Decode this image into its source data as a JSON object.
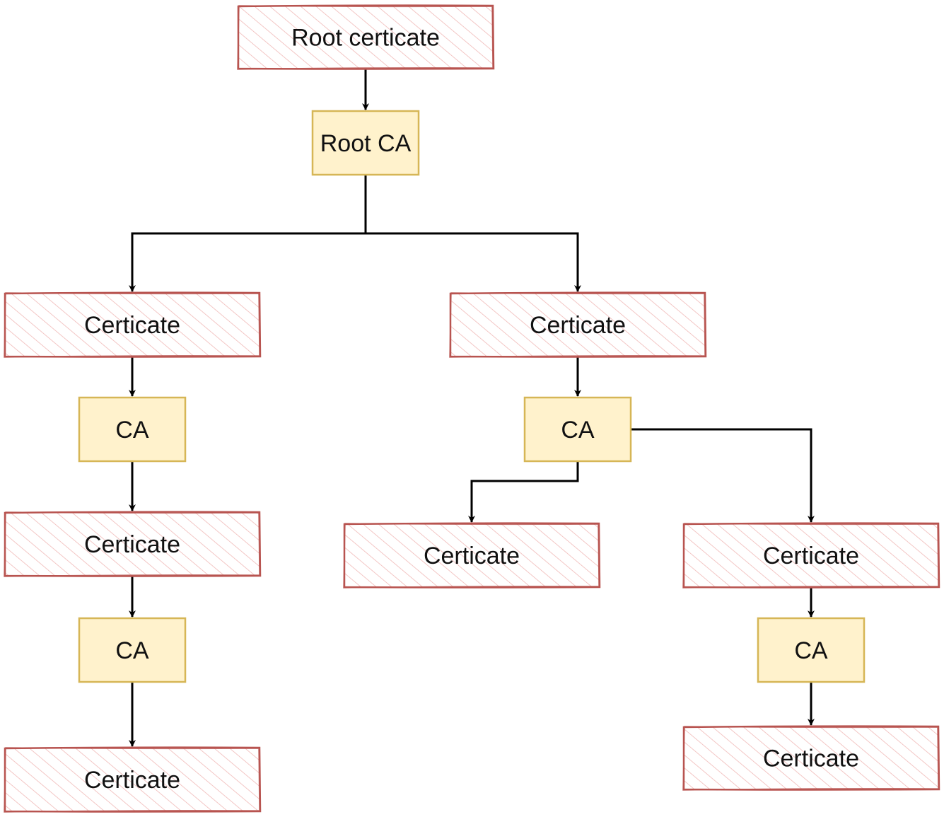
{
  "diagram": {
    "type": "certificate-chain-tree",
    "colors": {
      "cert_stroke": "#b85450",
      "cert_hatch": "#f0b8b6",
      "ca_fill": "#fff2cc",
      "ca_stroke": "#d6b656",
      "edge": "#000000"
    },
    "nodes": [
      {
        "id": "root-cert",
        "kind": "certificate",
        "label": "Root certicate"
      },
      {
        "id": "root-ca",
        "kind": "ca",
        "label": "Root CA"
      },
      {
        "id": "cert-left-1",
        "kind": "certificate",
        "label": "Certicate"
      },
      {
        "id": "cert-right-1",
        "kind": "certificate",
        "label": "Certicate"
      },
      {
        "id": "ca-left-1",
        "kind": "ca",
        "label": "CA"
      },
      {
        "id": "ca-right-1",
        "kind": "ca",
        "label": "CA"
      },
      {
        "id": "cert-left-2",
        "kind": "certificate",
        "label": "Certicate"
      },
      {
        "id": "cert-mid-2",
        "kind": "certificate",
        "label": "Certicate"
      },
      {
        "id": "cert-right-2",
        "kind": "certificate",
        "label": "Certicate"
      },
      {
        "id": "ca-left-2",
        "kind": "ca",
        "label": "CA"
      },
      {
        "id": "ca-right-2",
        "kind": "ca",
        "label": "CA"
      },
      {
        "id": "cert-left-3",
        "kind": "certificate",
        "label": "Certicate"
      },
      {
        "id": "cert-right-3",
        "kind": "certificate",
        "label": "Certicate"
      }
    ],
    "edges": [
      {
        "from": "root-cert",
        "to": "root-ca"
      },
      {
        "from": "root-ca",
        "to": "cert-left-1"
      },
      {
        "from": "root-ca",
        "to": "cert-right-1"
      },
      {
        "from": "cert-left-1",
        "to": "ca-left-1"
      },
      {
        "from": "ca-left-1",
        "to": "cert-left-2"
      },
      {
        "from": "cert-left-2",
        "to": "ca-left-2"
      },
      {
        "from": "ca-left-2",
        "to": "cert-left-3"
      },
      {
        "from": "cert-right-1",
        "to": "ca-right-1"
      },
      {
        "from": "ca-right-1",
        "to": "cert-mid-2"
      },
      {
        "from": "ca-right-1",
        "to": "cert-right-2"
      },
      {
        "from": "cert-right-2",
        "to": "ca-right-2"
      },
      {
        "from": "ca-right-2",
        "to": "cert-right-3"
      }
    ]
  }
}
